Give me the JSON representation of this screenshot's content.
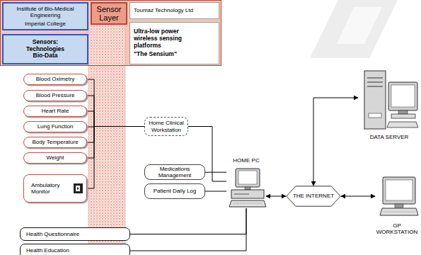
{
  "diagram": {
    "nodes": [
      {
        "text": []
      },
      {
        "text": [
          "Institute of Bio-Medical Engineering",
          "Imperial College"
        ],
        "in": 0
      },
      {
        "text": [
          "Sensor Layer"
        ],
        "in": 0
      },
      {
        "text": [
          "Toumaz Technology Ltd"
        ],
        "in": 0
      },
      {
        "text": [
          "Ultra-low power wireless sensing platforms",
          "\"The Sensium\""
        ],
        "in": 0
      },
      {
        "text": [
          "Sensors: Technologies Bio-Data"
        ],
        "in": 0
      },
      {
        "text": [
          "Blood Oximetry"
        ]
      },
      {
        "text": [
          "Blood Pressure"
        ]
      },
      {
        "text": [
          "Heart Rate"
        ]
      },
      {
        "text": [
          "Lung Function"
        ]
      },
      {
        "text": [
          "Body Temperature"
        ]
      },
      {
        "text": [
          "Weight"
        ]
      },
      {
        "text": [
          "Ambulatory Monitor"
        ]
      },
      {
        "text": [
          "Home Clinical Workstation"
        ]
      },
      {
        "text": [
          "Medications Management"
        ]
      },
      {
        "text": [
          "Patient Daily Log"
        ]
      },
      {
        "text": [
          "HOME PC"
        ]
      },
      {
        "text": [
          "THE INTERNET"
        ]
      },
      {
        "text": [
          "DATA SERVER"
        ]
      },
      {
        "text": [
          "GP WORKSTATION"
        ]
      },
      {
        "text": [
          "Health Questionnaire"
        ]
      },
      {
        "text": [
          "Health Education"
        ]
      }
    ],
    "edges": [
      {
        "from": 6,
        "to": 13,
        "arrow": "none"
      },
      {
        "from": 7,
        "to": 13,
        "arrow": "none"
      },
      {
        "from": 8,
        "to": 13,
        "arrow": "none"
      },
      {
        "from": 9,
        "to": 13,
        "arrow": "none"
      },
      {
        "from": 10,
        "to": 13,
        "arrow": "none"
      },
      {
        "from": 11,
        "to": 13,
        "arrow": "none"
      },
      {
        "from": 12,
        "to": 13,
        "arrow": "none"
      },
      {
        "from": 13,
        "to": 16,
        "arrow": "none"
      },
      {
        "from": 14,
        "to": 16,
        "arrow": "none"
      },
      {
        "from": 15,
        "to": 16,
        "arrow": "none"
      },
      {
        "from": 20,
        "to": 16,
        "arrow": "none"
      },
      {
        "from": 21,
        "to": 16,
        "arrow": "none"
      },
      {
        "from": 16,
        "to": 17,
        "arrow": "both"
      },
      {
        "from": 17,
        "to": 18,
        "arrow": "both"
      },
      {
        "from": 17,
        "to": 19,
        "arrow": "both"
      }
    ]
  }
}
